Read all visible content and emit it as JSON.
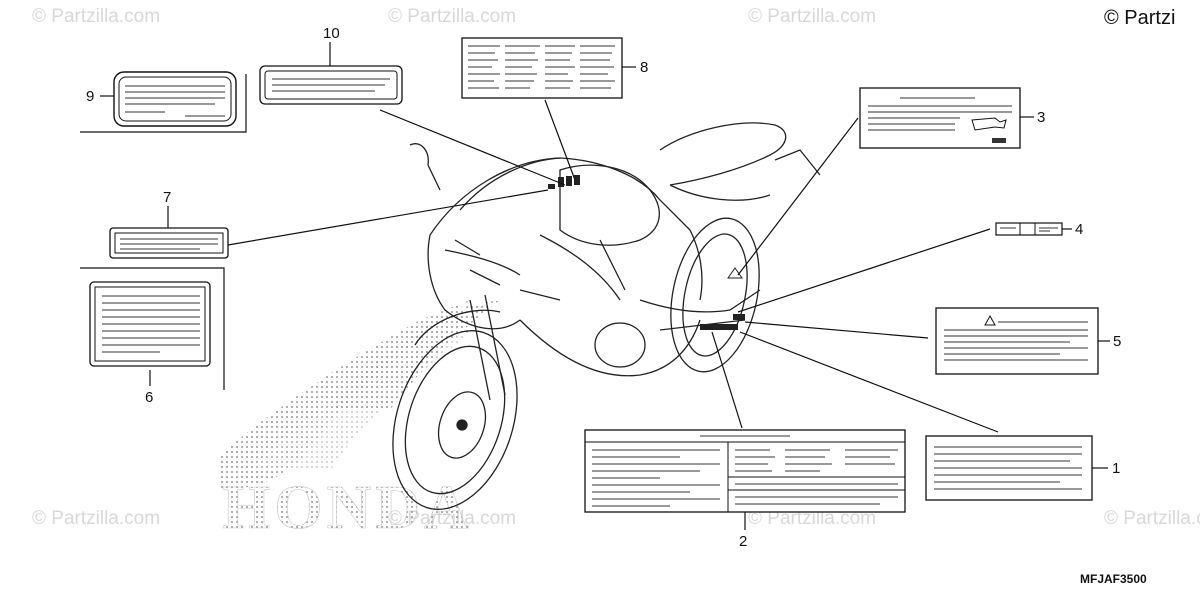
{
  "diagram": {
    "copyright": "© Partzi",
    "part_code": "MFJAF3500",
    "brand_watermark": "HONDA",
    "site_watermark": "© Partzilla.com",
    "callouts": [
      "1",
      "2",
      "3",
      "4",
      "5",
      "6",
      "7",
      "8",
      "9",
      "10"
    ]
  }
}
